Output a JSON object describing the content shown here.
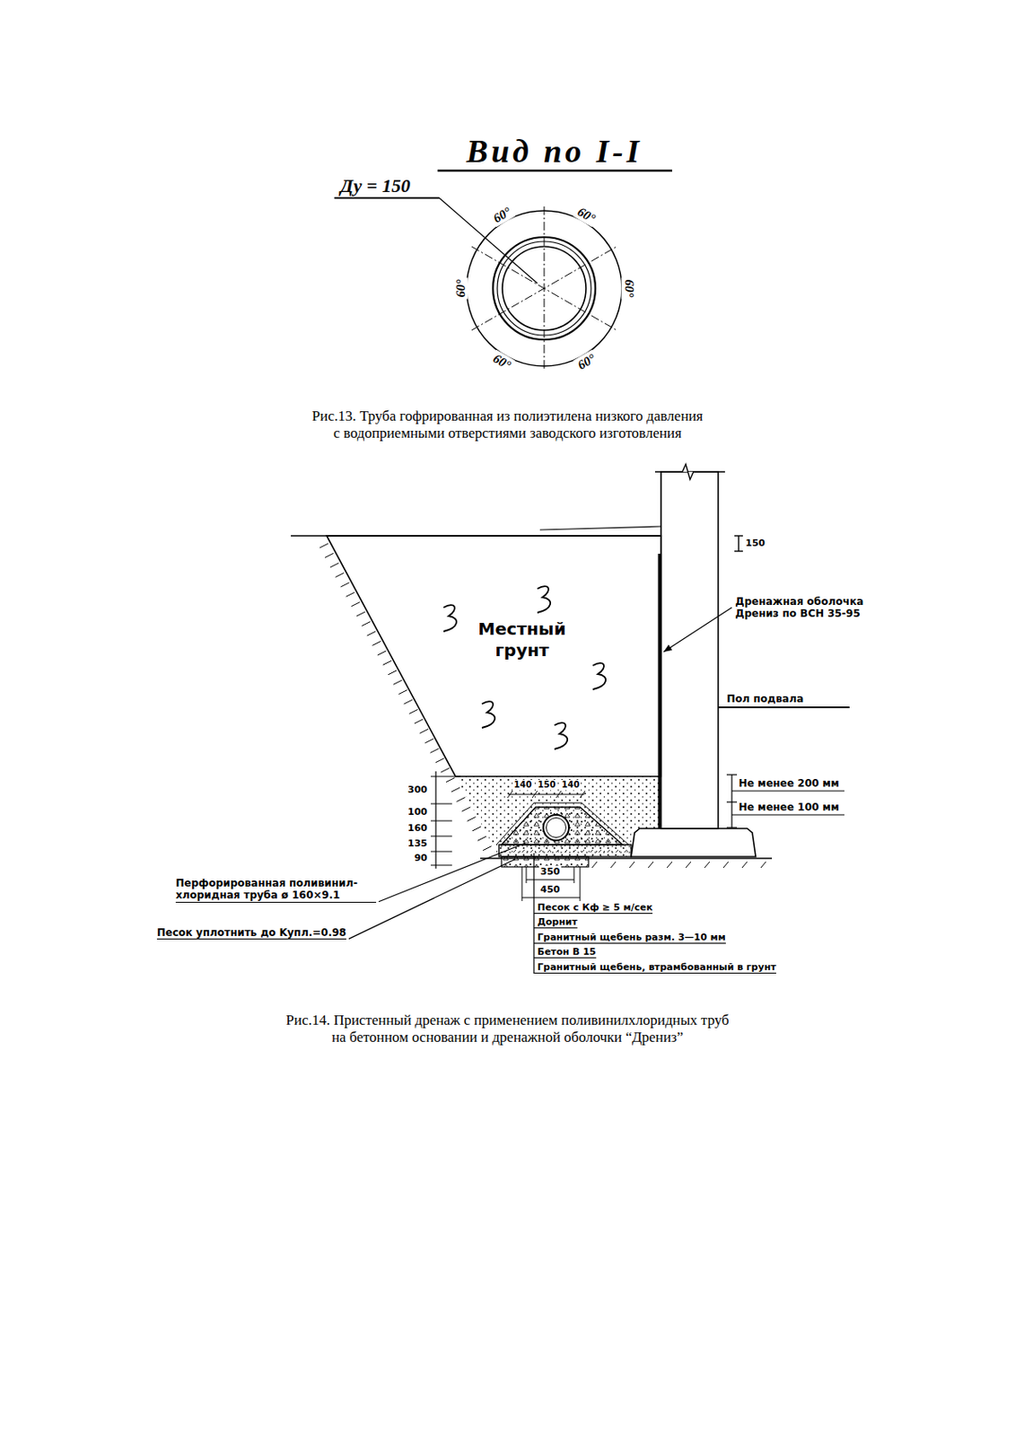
{
  "diagram": {
    "nodes": [
      {
        "text": [
          "Местный грунт"
        ]
      }
    ],
    "labels": [
      "Вид по I-I",
      "Ду = 150",
      "60°",
      "60°",
      "60°",
      "60°",
      "60°",
      "60°",
      "Рис.13. Труба гофрированная из полиэтилена низкого давления с водоприемными отверстиями заводского изготовления",
      "150",
      "Дренажная оболочка Дрениз по ВСН 35-95",
      "Пол подвала",
      "Не менее 200 мм",
      "Не менее 100 мм",
      "300",
      "100",
      "160",
      "135",
      "90",
      "140",
      "150",
      "140",
      "350",
      "450",
      "Перфорированная поливинил-хлоридная труба ø 160×9.1",
      "Песок уплотнить до Kупл.=0.98",
      "Песок с Кф ≥ 5 м/сек",
      "Дорнит",
      "Гранитный щебень разм. 3—10 мм",
      "Бетон В 15",
      "Гранитный щебень, втрамбованный в грунт",
      "Рис.14. Пристенный дренаж с применением поливинилхлоридных труб на бетонном основании и дренажной оболочки “Дрениз”"
    ]
  }
}
